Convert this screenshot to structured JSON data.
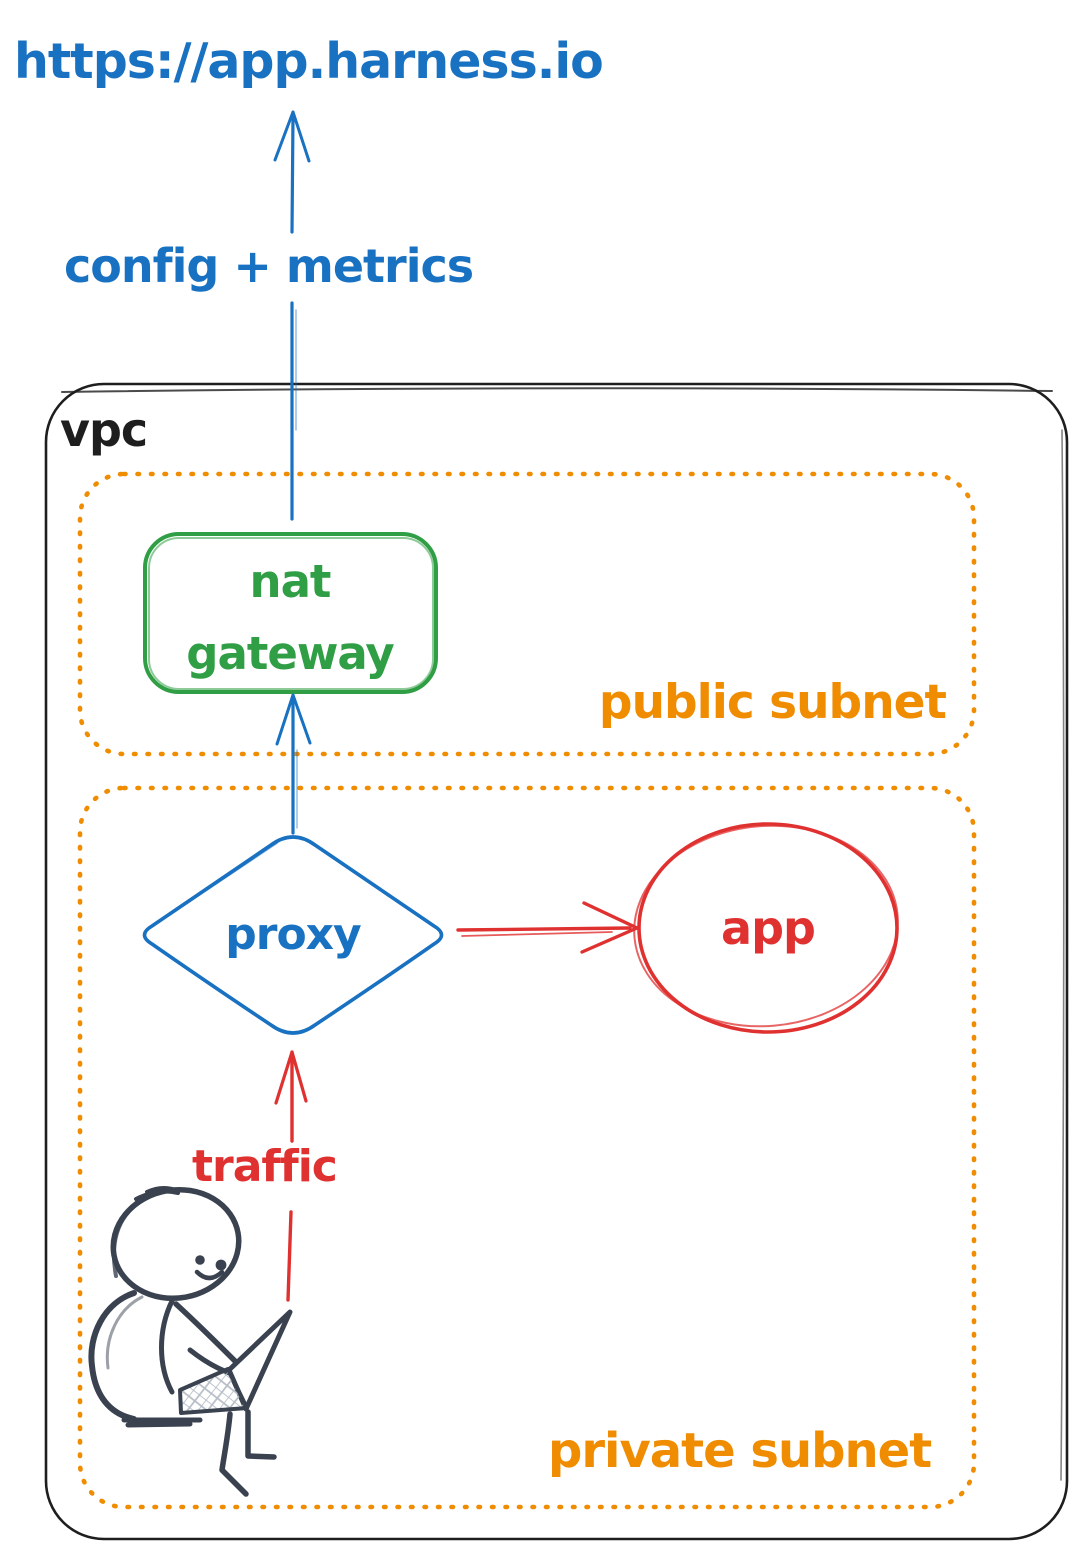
{
  "page": {
    "background": "#ffffff"
  },
  "colors": {
    "background": "#ffffff",
    "blue": "#1971c2",
    "green": "#2f9e44",
    "orange": "#f08c00",
    "red": "#e03131",
    "ink": "#1e1e1e",
    "person": "#3a4250",
    "hatch": "#b6bdc6"
  },
  "labels": {
    "url": "https://app.harness.io",
    "config_metrics": "config + metrics",
    "vpc": "vpc",
    "public_subnet": "public subnet",
    "private_subnet": "private subnet",
    "nat_gateway": "nat gateway",
    "proxy": "proxy",
    "app": "app",
    "traffic": "traffic"
  },
  "diagram": {
    "type": "hand-drawn-flow",
    "containers": [
      {
        "id": "vpc",
        "label_key": "vpc",
        "border": "solid",
        "color": "ink",
        "children": [
          "public_subnet",
          "private_subnet"
        ]
      },
      {
        "id": "public_subnet",
        "label_key": "public_subnet",
        "border": "dotted",
        "color": "orange",
        "children": [
          "nat_gateway"
        ]
      },
      {
        "id": "private_subnet",
        "label_key": "private_subnet",
        "border": "dotted",
        "color": "orange",
        "children": [
          "user",
          "proxy",
          "app"
        ]
      }
    ],
    "nodes": [
      {
        "id": "url",
        "kind": "text",
        "label_key": "url",
        "color": "blue"
      },
      {
        "id": "nat_gateway",
        "kind": "rounded-rect",
        "label_key": "nat_gateway",
        "color": "green"
      },
      {
        "id": "proxy",
        "kind": "diamond",
        "label_key": "proxy",
        "color": "blue"
      },
      {
        "id": "app",
        "kind": "ellipse",
        "label_key": "app",
        "color": "red"
      },
      {
        "id": "user",
        "kind": "person-with-laptop",
        "color": "person"
      }
    ],
    "edges": [
      {
        "from": "user",
        "to": "proxy",
        "label_key": "traffic",
        "color": "red",
        "direction": "up"
      },
      {
        "from": "proxy",
        "to": "app",
        "color": "red",
        "direction": "right"
      },
      {
        "from": "proxy",
        "to": "nat_gateway",
        "color": "blue",
        "direction": "up"
      },
      {
        "from": "nat_gateway",
        "to": "url",
        "label_key": "config_metrics",
        "color": "blue",
        "direction": "up"
      }
    ]
  }
}
